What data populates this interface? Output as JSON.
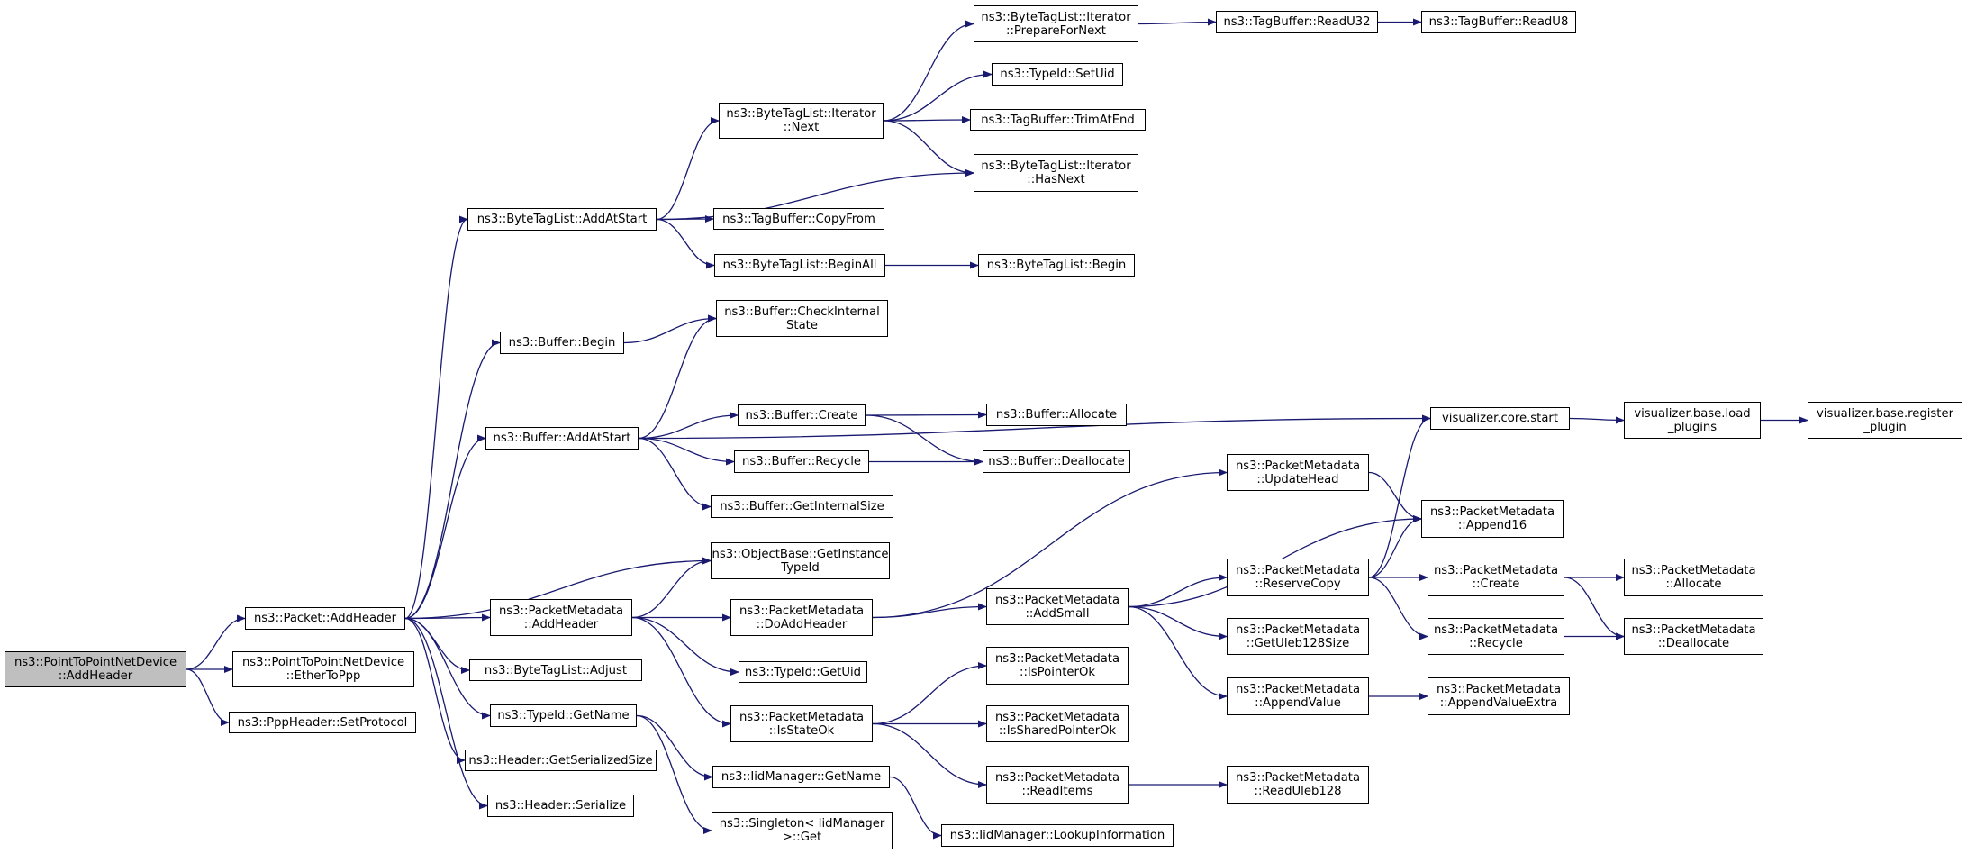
{
  "colors": {
    "edge": "#191970",
    "node_border": "#000000",
    "node_fill": "#ffffff",
    "root_fill": "#bfbfbf"
  },
  "nodes": [
    {
      "id": "root",
      "lines": [
        "ns3::PointToPointNetDevice",
        "::AddHeader"
      ],
      "root": true
    },
    {
      "id": "ether_to_ppp",
      "lines": [
        "ns3::PointToPointNetDevice",
        "::EtherToPpp"
      ]
    },
    {
      "id": "set_protocol",
      "lines": [
        "ns3::PppHeader::SetProtocol"
      ]
    },
    {
      "id": "packet_addheader",
      "lines": [
        "ns3::Packet::AddHeader"
      ]
    },
    {
      "id": "btl_addatstart",
      "lines": [
        "ns3::ByteTagList::AddAtStart"
      ]
    },
    {
      "id": "buffer_begin",
      "lines": [
        "ns3::Buffer::Begin"
      ]
    },
    {
      "id": "buffer_addatstart",
      "lines": [
        "ns3::Buffer::AddAtStart"
      ]
    },
    {
      "id": "objectbase_gid",
      "lines": [
        "ns3::ObjectBase::GetInstance",
        "TypeId"
      ]
    },
    {
      "id": "pm_addheader",
      "lines": [
        "ns3::PacketMetadata",
        "::AddHeader"
      ]
    },
    {
      "id": "btl_adjust",
      "lines": [
        "ns3::ByteTagList::Adjust"
      ]
    },
    {
      "id": "typeid_getname",
      "lines": [
        "ns3::TypeId::GetName"
      ]
    },
    {
      "id": "header_getsersize",
      "lines": [
        "ns3::Header::GetSerializedSize"
      ]
    },
    {
      "id": "header_serialize",
      "lines": [
        "ns3::Header::Serialize"
      ]
    },
    {
      "id": "btli_next",
      "lines": [
        "ns3::ByteTagList::Iterator",
        "::Next"
      ]
    },
    {
      "id": "tagbuf_copyfrom",
      "lines": [
        "ns3::TagBuffer::CopyFrom"
      ]
    },
    {
      "id": "btl_beginall",
      "lines": [
        "ns3::ByteTagList::BeginAll"
      ]
    },
    {
      "id": "buffer_checkinternal",
      "lines": [
        "ns3::Buffer::CheckInternal",
        "State"
      ]
    },
    {
      "id": "buffer_create",
      "lines": [
        "ns3::Buffer::Create"
      ]
    },
    {
      "id": "buffer_recycle",
      "lines": [
        "ns3::Buffer::Recycle"
      ]
    },
    {
      "id": "buffer_getinternalsize",
      "lines": [
        "ns3::Buffer::GetInternalSize"
      ]
    },
    {
      "id": "pm_doaddheader",
      "lines": [
        "ns3::PacketMetadata",
        "::DoAddHeader"
      ]
    },
    {
      "id": "typeid_getuid",
      "lines": [
        "ns3::TypeId::GetUid"
      ]
    },
    {
      "id": "pm_isstateok",
      "lines": [
        "ns3::PacketMetadata",
        "::IsStateOk"
      ]
    },
    {
      "id": "iidmgr_getname",
      "lines": [
        "ns3::IidManager::GetName"
      ]
    },
    {
      "id": "singleton_get",
      "lines": [
        "ns3::Singleton< IidManager",
        ">::Get"
      ]
    },
    {
      "id": "btli_preparefornext",
      "lines": [
        "ns3::ByteTagList::Iterator",
        "::PrepareForNext"
      ]
    },
    {
      "id": "typeid_setuid",
      "lines": [
        "ns3::TypeId::SetUid"
      ]
    },
    {
      "id": "tagbuf_trimatend",
      "lines": [
        "ns3::TagBuffer::TrimAtEnd"
      ]
    },
    {
      "id": "btli_hasnext",
      "lines": [
        "ns3::ByteTagList::Iterator",
        "::HasNext"
      ]
    },
    {
      "id": "btl_begin",
      "lines": [
        "ns3::ByteTagList::Begin"
      ]
    },
    {
      "id": "buffer_allocate",
      "lines": [
        "ns3::Buffer::Allocate"
      ]
    },
    {
      "id": "buffer_deallocate",
      "lines": [
        "ns3::Buffer::Deallocate"
      ]
    },
    {
      "id": "pm_addsmall",
      "lines": [
        "ns3::PacketMetadata",
        "::AddSmall"
      ]
    },
    {
      "id": "pm_ispointerok",
      "lines": [
        "ns3::PacketMetadata",
        "::IsPointerOk"
      ]
    },
    {
      "id": "pm_issharedpointerok",
      "lines": [
        "ns3::PacketMetadata",
        "::IsSharedPointerOk"
      ]
    },
    {
      "id": "pm_readitems",
      "lines": [
        "ns3::PacketMetadata",
        "::ReadItems"
      ]
    },
    {
      "id": "iidmgr_lookupinfo",
      "lines": [
        "ns3::IidManager::LookupInformation"
      ]
    },
    {
      "id": "tagbuf_readu32",
      "lines": [
        "ns3::TagBuffer::ReadU32"
      ]
    },
    {
      "id": "pm_updatehead",
      "lines": [
        "ns3::PacketMetadata",
        "::UpdateHead"
      ]
    },
    {
      "id": "pm_reservecopy",
      "lines": [
        "ns3::PacketMetadata",
        "::ReserveCopy"
      ]
    },
    {
      "id": "pm_getuleb128size",
      "lines": [
        "ns3::PacketMetadata",
        "::GetUleb128Size"
      ]
    },
    {
      "id": "pm_appendvalue",
      "lines": [
        "ns3::PacketMetadata",
        "::AppendValue"
      ]
    },
    {
      "id": "pm_readuleb128",
      "lines": [
        "ns3::PacketMetadata",
        "::ReadUleb128"
      ]
    },
    {
      "id": "tagbuf_readu8",
      "lines": [
        "ns3::TagBuffer::ReadU8"
      ]
    },
    {
      "id": "viz_core_start",
      "lines": [
        "visualizer.core.start"
      ]
    },
    {
      "id": "pm_append16",
      "lines": [
        "ns3::PacketMetadata",
        "::Append16"
      ]
    },
    {
      "id": "pm_create",
      "lines": [
        "ns3::PacketMetadata",
        "::Create"
      ]
    },
    {
      "id": "pm_recycle",
      "lines": [
        "ns3::PacketMetadata",
        "::Recycle"
      ]
    },
    {
      "id": "pm_appendvalueextra",
      "lines": [
        "ns3::PacketMetadata",
        "::AppendValueExtra"
      ]
    },
    {
      "id": "viz_load_plugins",
      "lines": [
        "visualizer.base.load",
        "_plugins"
      ]
    },
    {
      "id": "pm_allocate",
      "lines": [
        "ns3::PacketMetadata",
        "::Allocate"
      ]
    },
    {
      "id": "pm_deallocate",
      "lines": [
        "ns3::PacketMetadata",
        "::Deallocate"
      ]
    },
    {
      "id": "viz_register_plugin",
      "lines": [
        "visualizer.base.register",
        "_plugin"
      ]
    }
  ],
  "edges": [
    [
      "root",
      "packet_addheader"
    ],
    [
      "root",
      "ether_to_ppp"
    ],
    [
      "root",
      "set_protocol"
    ],
    [
      "packet_addheader",
      "btl_addatstart"
    ],
    [
      "packet_addheader",
      "buffer_begin"
    ],
    [
      "packet_addheader",
      "buffer_addatstart"
    ],
    [
      "packet_addheader",
      "objectbase_gid"
    ],
    [
      "packet_addheader",
      "pm_addheader"
    ],
    [
      "packet_addheader",
      "btl_adjust"
    ],
    [
      "packet_addheader",
      "typeid_getname"
    ],
    [
      "packet_addheader",
      "header_getsersize"
    ],
    [
      "packet_addheader",
      "header_serialize"
    ],
    [
      "btl_addatstart",
      "btli_next"
    ],
    [
      "btl_addatstart",
      "btli_hasnext"
    ],
    [
      "btl_addatstart",
      "tagbuf_copyfrom"
    ],
    [
      "btl_addatstart",
      "btl_beginall"
    ],
    [
      "btli_next",
      "btli_preparefornext"
    ],
    [
      "btli_next",
      "typeid_setuid"
    ],
    [
      "btli_next",
      "tagbuf_trimatend"
    ],
    [
      "btli_next",
      "btli_hasnext"
    ],
    [
      "btli_preparefornext",
      "tagbuf_readu32"
    ],
    [
      "tagbuf_readu32",
      "tagbuf_readu8"
    ],
    [
      "btl_beginall",
      "btl_begin"
    ],
    [
      "buffer_begin",
      "buffer_checkinternal"
    ],
    [
      "buffer_addatstart",
      "buffer_checkinternal"
    ],
    [
      "buffer_addatstart",
      "viz_core_start"
    ],
    [
      "buffer_addatstart",
      "buffer_create"
    ],
    [
      "buffer_addatstart",
      "buffer_recycle"
    ],
    [
      "buffer_addatstart",
      "buffer_getinternalsize"
    ],
    [
      "buffer_create",
      "buffer_allocate"
    ],
    [
      "buffer_create",
      "buffer_deallocate"
    ],
    [
      "buffer_recycle",
      "buffer_deallocate"
    ],
    [
      "viz_core_start",
      "viz_load_plugins"
    ],
    [
      "viz_load_plugins",
      "viz_register_plugin"
    ],
    [
      "pm_addheader",
      "objectbase_gid"
    ],
    [
      "pm_addheader",
      "pm_doaddheader"
    ],
    [
      "pm_addheader",
      "typeid_getuid"
    ],
    [
      "pm_addheader",
      "pm_isstateok"
    ],
    [
      "pm_doaddheader",
      "pm_updatehead"
    ],
    [
      "pm_doaddheader",
      "pm_addsmall"
    ],
    [
      "pm_updatehead",
      "pm_append16"
    ],
    [
      "pm_addsmall",
      "pm_append16"
    ],
    [
      "pm_addsmall",
      "pm_reservecopy"
    ],
    [
      "pm_addsmall",
      "pm_getuleb128size"
    ],
    [
      "pm_addsmall",
      "pm_appendvalue"
    ],
    [
      "pm_reservecopy",
      "viz_core_start"
    ],
    [
      "pm_reservecopy",
      "pm_append16"
    ],
    [
      "pm_reservecopy",
      "pm_create"
    ],
    [
      "pm_reservecopy",
      "pm_recycle"
    ],
    [
      "pm_create",
      "pm_allocate"
    ],
    [
      "pm_create",
      "pm_deallocate"
    ],
    [
      "pm_recycle",
      "pm_deallocate"
    ],
    [
      "pm_appendvalue",
      "pm_appendvalueextra"
    ],
    [
      "pm_isstateok",
      "pm_ispointerok"
    ],
    [
      "pm_isstateok",
      "pm_issharedpointerok"
    ],
    [
      "pm_isstateok",
      "pm_readitems"
    ],
    [
      "pm_readitems",
      "pm_readuleb128"
    ],
    [
      "typeid_getname",
      "iidmgr_getname"
    ],
    [
      "typeid_getname",
      "singleton_get"
    ],
    [
      "iidmgr_getname",
      "iidmgr_lookupinfo"
    ]
  ]
}
